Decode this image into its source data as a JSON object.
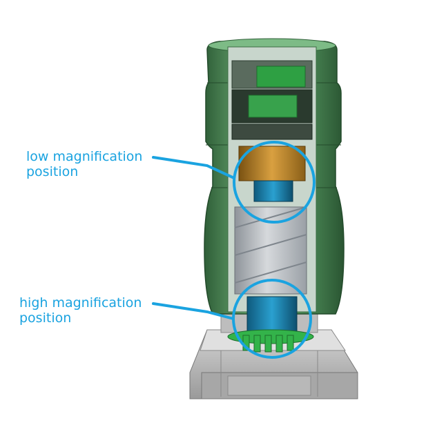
{
  "callouts": {
    "low": {
      "line1": "low magnification",
      "line2": "position"
    },
    "high": {
      "line1": "high magnification",
      "line2": "position"
    }
  },
  "colors": {
    "callout": "#1aa3e0",
    "housing_green": "#4f8f5a",
    "housing_dark": "#2f5f38",
    "pcb_green": "#2ea043",
    "lens_orange": "#c98a2b",
    "lens_blue": "#1f86b5",
    "base_gray": "#b5b5b5",
    "gear_green": "#33b34a",
    "barrel_gray": "#c9ccd0"
  }
}
